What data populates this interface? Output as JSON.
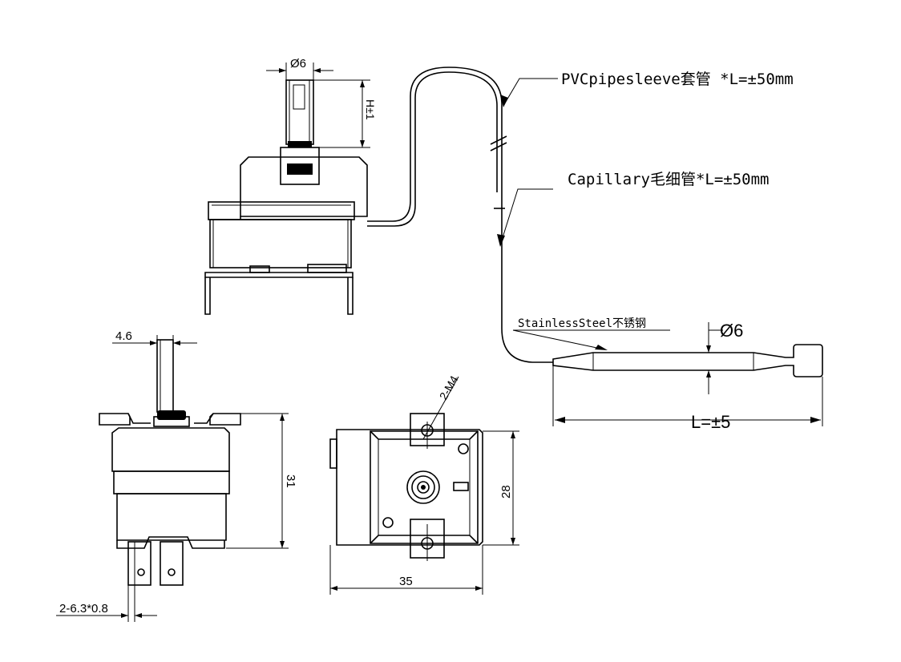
{
  "labels": {
    "pvc_sleeve": "PVCpipesleeve套管 *L=±50mm",
    "capillary": "Capillary毛细管*L=±50mm",
    "stainless": "StainlessSteel不锈钢",
    "probe_diameter": "Ø6",
    "probe_length": "L=±5",
    "shaft_diameter": "Ø6",
    "shaft_height": "H±1",
    "shaft_width": "4.6",
    "height_31": "31",
    "height_28": "28",
    "width_35": "35",
    "screw_spec": "2-M4",
    "terminal_spec": "2-6.3*0.8"
  }
}
